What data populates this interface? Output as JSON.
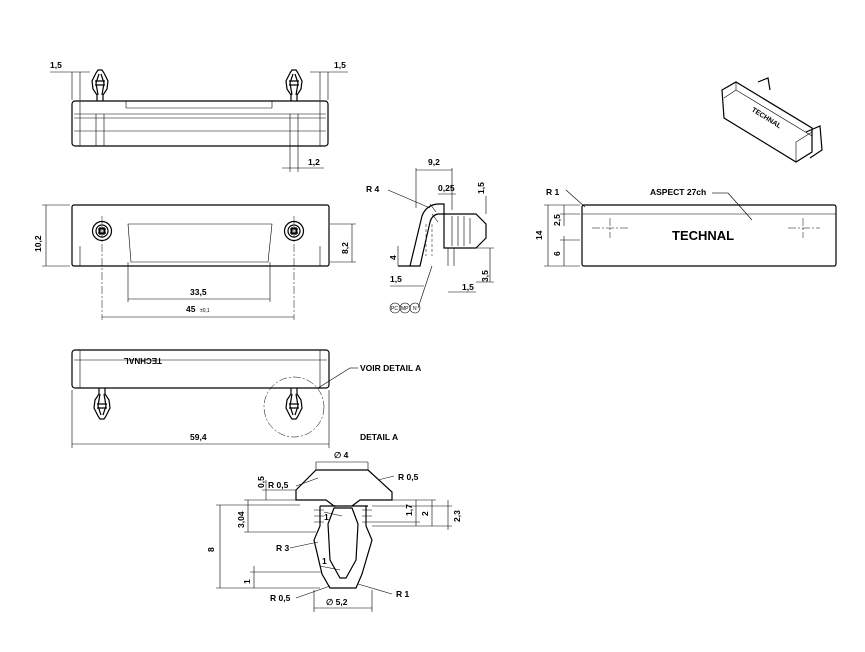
{
  "drawing": {
    "brand_text": "TECHNAL",
    "colors": {
      "line": "#000000",
      "background": "#ffffff"
    },
    "dimensions": {
      "top_left_1_5": "1,5",
      "top_right_1_5": "1,5",
      "top_1_2": "1,2",
      "front_10_2": "10,2",
      "front_8_2": "8,2",
      "front_33_5": "33,5",
      "front_45": "45",
      "front_45_tol": "±0,1",
      "side_9_2": "9,2",
      "side_0_25": "0,25",
      "side_1_5_top": "1,5",
      "side_4": "4",
      "side_1_5_left": "1,5",
      "side_1_5_bottom": "1,5",
      "side_3_5": "3,5",
      "side_r4": "R 4",
      "right_r1": "R 1",
      "right_aspect": "ASPECT 27ch",
      "right_14": "14",
      "right_2_5": "2,5",
      "right_6": "6",
      "bottom_59_4": "59,4",
      "detail_d4": "∅ 4",
      "detail_r05_tl": "R 0,5",
      "detail_r05_tr": "R 0,5",
      "detail_0_5": "0,5",
      "detail_3_04": "3,04",
      "detail_1_7": "1,7",
      "detail_2": "2",
      "detail_2_3": "2,3",
      "detail_1_top": "1",
      "detail_r3": "R 3",
      "detail_1_inner": "1",
      "detail_8": "8",
      "detail_1_bottom": "1",
      "detail_r05_bl": "R 0,5",
      "detail_r1": "R 1",
      "detail_d5_2": "∅ 5,2"
    },
    "labels": {
      "voir_detail": "VOIR DETAIL A",
      "detail_title": "DETAIL A"
    },
    "symbols": {
      "s1": "PC",
      "s2": "MP",
      "s3": "N"
    }
  }
}
